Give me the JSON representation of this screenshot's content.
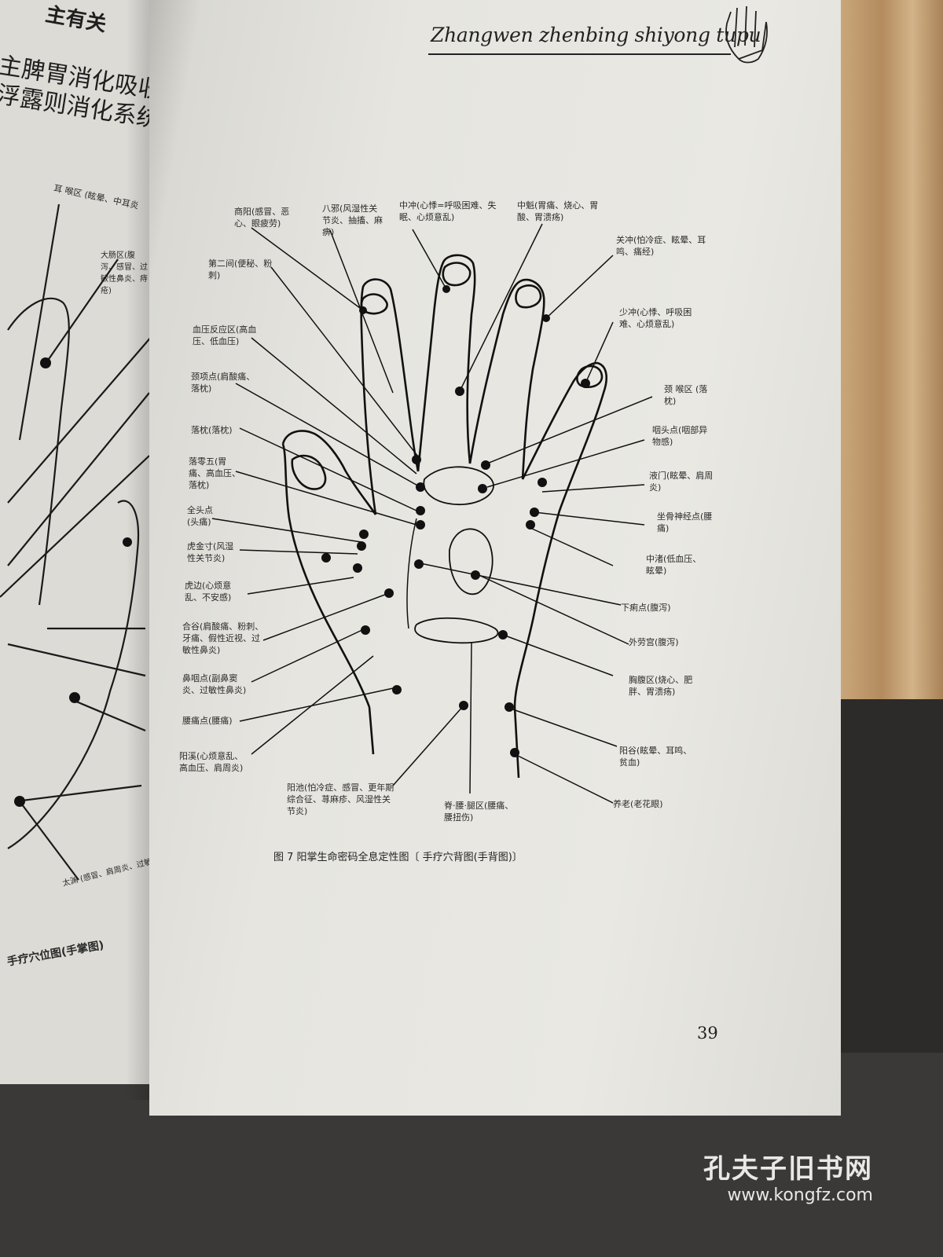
{
  "header": {
    "title": "Zhangwen zhenbing shiyong tupu",
    "hand_icon": "palm-hand-icon"
  },
  "left_page": {
    "lines": [
      "主有关",
      "主脾胃消化吸收系统",
      "浮露则消化系统功能"
    ],
    "labels": [
      "耳 喉区 (眩晕、中耳炎",
      "大肠区(腹泻、感冒、过敏性鼻炎、痔疮)",
      "太渊 (感冒、肩周炎、过敏性鼻炎)",
      "手疗穴位图(手掌图)"
    ]
  },
  "figure": {
    "labels": {
      "shangyang": "商阳(感冒、恶心、眼疲劳)",
      "baxie": "八邪(风湿性关节炎、抽搐、麻痹)",
      "zhongchong": "中冲(心悸=呼吸困难、失眠、心烦意乱)",
      "zhongkui": "中魁(胃痛、烧心、胃酸、胃溃疡)",
      "guanchong": "关冲(怕冷症、眩晕、耳鸣、痛经)",
      "dierjian": "第二间(便秘、粉刺)",
      "shaochong": "少冲(心悸、呼吸困难、心烦意乱)",
      "xueya": "血压反应区(高血压、低血压)",
      "jingxiang": "颈项点(肩酸痛、落枕)",
      "jinghou": "颈 喉区 (落枕)",
      "yantou": "咽头点(咽部异物感)",
      "laozhen": "落枕(落枕)",
      "luolingwu": "落零五(胃痛、高血压、落枕)",
      "yemen": "液门(眩晕、肩周炎)",
      "quantou": "全头点(头痛)",
      "zuogu": "坐骨神经点(腰痛)",
      "hujinshun": "虎金寸(风湿性关节炎)",
      "zhongzhu": "中渚(低血压、眩晕)",
      "hubian": "虎边(心烦意乱、不安感)",
      "xialidian": "下痢点(腹泻)",
      "hegu": "合谷(肩酸痛、粉刺、牙痛、假性近视、过敏性鼻炎)",
      "wailaogong": "外劳宫(腹泻)",
      "xiongfu": "胸腹区(烧心、肥胖、胃溃疡)",
      "biyan": "鼻咽点(副鼻窦炎、过敏性鼻炎)",
      "yaotong": "腰痛点(腰痛)",
      "yanggu": "阳谷(眩晕、耳鸣、贫血)",
      "yangxi": "阳溪(心烦意乱、高血压、肩周炎)",
      "yangchi": "阳池(怕冷症、感冒、更年期综合征、荨麻疹、风湿性关节炎)",
      "jiyaotui": "脊·腰·腿区(腰痛、腰扭伤)",
      "yanglao": "养老(老花眼)"
    },
    "caption": "图 7  阳掌生命密码全息定性图〔 手疗穴背图(手背图)〕"
  },
  "page_number": "39",
  "watermark": {
    "cn": "孔夫子旧书网",
    "url": "www.kongfz.com"
  },
  "colors": {
    "paper": "#e6e5df",
    "ink": "#1a1a1a",
    "wood": "#c9a77a"
  }
}
